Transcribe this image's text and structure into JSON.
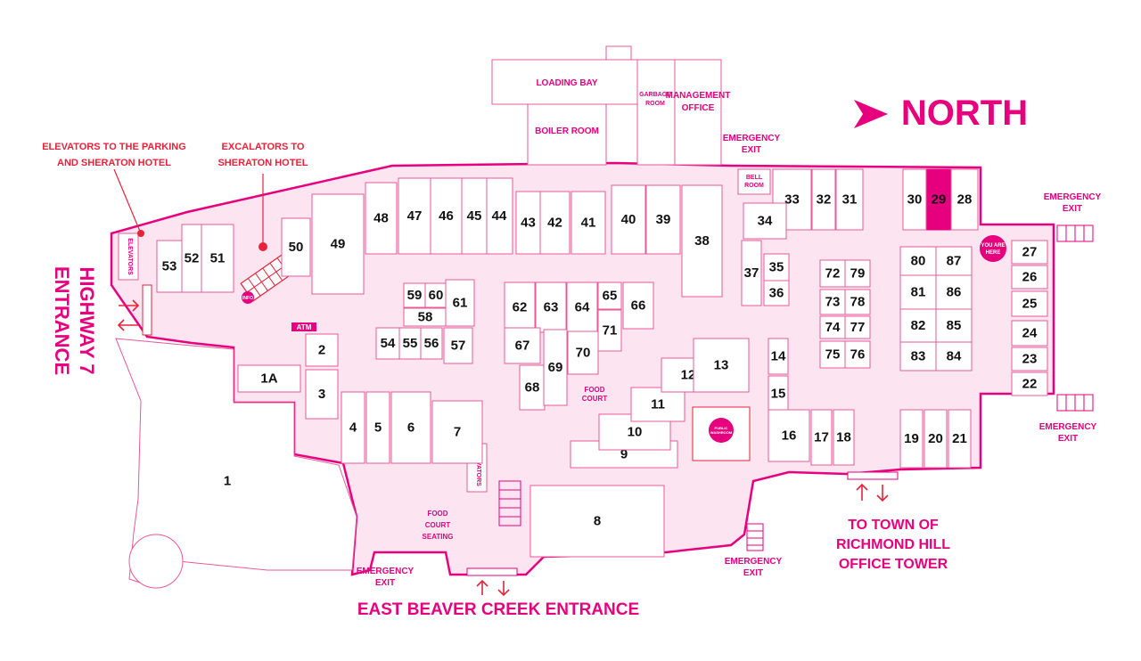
{
  "colors": {
    "accent": "#e6007e",
    "label_red": "#e5233b",
    "floor": "#fce4f0",
    "outline": "#e6007e",
    "highlight_store": "#e6007e"
  },
  "map": {
    "title_north": "NORTH",
    "highlighted_store": "29",
    "you_are_here": "YOU ARE HERE",
    "labels": {
      "elevators_parking": [
        "ELEVATORS TO THE PARKING",
        "AND SHERATON HOTEL"
      ],
      "escalators_sheraton": [
        "EXCALATORS TO",
        "SHERATON HOTEL"
      ],
      "highway7": [
        "HIGHWAY 7",
        "ENTRANCE"
      ],
      "east_beaver_creek": "EAST BEAVER CREEK ENTRANCE",
      "town_richmond_hill": [
        "TO TOWN OF",
        "RICHMOND HILL",
        "OFFICE TOWER"
      ],
      "emergency_exit": [
        "EMERGENCY",
        "EXIT"
      ],
      "loading_bay": "LOADING BAY",
      "boiler_room": "BOILER ROOM",
      "garbage_room": [
        "GARBAGE",
        "ROOM"
      ],
      "management_office": [
        "MANAGEMENT",
        "OFFICE"
      ],
      "bell_room": [
        "BELL",
        "ROOM"
      ],
      "elevators": "ELEVATORS",
      "atm": "ATM",
      "info": "INFO",
      "food_court": [
        "FOOD",
        "COURT"
      ],
      "food_court_seating": [
        "FOOD",
        "COURT",
        "SEATING"
      ],
      "public_washroom": [
        "PUBLIC",
        "WASHROOM"
      ]
    },
    "stores": [
      "1",
      "1A",
      "2",
      "3",
      "4",
      "5",
      "6",
      "7",
      "8",
      "9",
      "10",
      "11",
      "12",
      "13",
      "14",
      "15",
      "16",
      "17",
      "18",
      "19",
      "20",
      "21",
      "22",
      "23",
      "24",
      "25",
      "26",
      "27",
      "28",
      "29",
      "30",
      "31",
      "32",
      "33",
      "34",
      "35",
      "36",
      "37",
      "38",
      "39",
      "40",
      "41",
      "42",
      "43",
      "44",
      "45",
      "46",
      "47",
      "48",
      "49",
      "50",
      "51",
      "52",
      "53",
      "54",
      "55",
      "56",
      "57",
      "58",
      "59",
      "60",
      "61",
      "62",
      "63",
      "64",
      "65",
      "66",
      "67",
      "68",
      "69",
      "70",
      "71",
      "72",
      "73",
      "74",
      "75",
      "76",
      "77",
      "78",
      "79",
      "80",
      "81",
      "82",
      "83",
      "84",
      "85",
      "86",
      "87"
    ]
  }
}
